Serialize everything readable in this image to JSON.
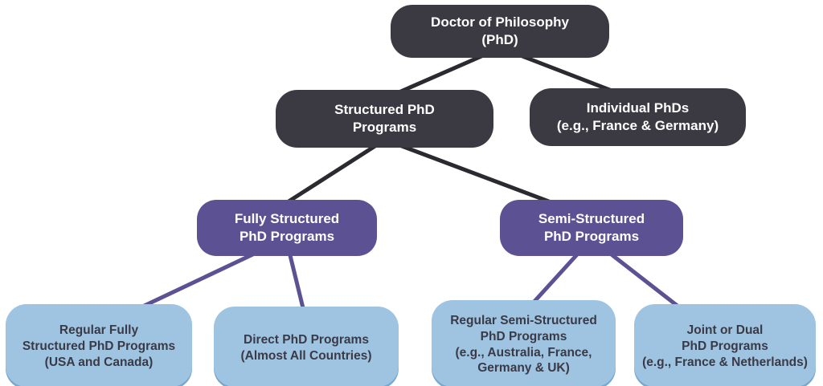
{
  "diagram": {
    "name": "phd-program-types-flowchart",
    "colors": {
      "node_dark": "#3b3a43",
      "node_purple": "#5c5293",
      "node_blue": "#9fc4e1",
      "text_light": "#ffffff",
      "text_dark": "#3a3a46",
      "connector_dark": "#2b2a31",
      "connector_purple": "#5c5293",
      "background": "#ffffff"
    },
    "nodes": {
      "root": {
        "text": "Doctor of Philosophy\n(PhD)"
      },
      "structured": {
        "text": "Structured PhD\nPrograms"
      },
      "individual": {
        "text": "Individual PhDs\n(e.g., France & Germany)"
      },
      "fully_structured": {
        "text": "Fully Structured\nPhD Programs"
      },
      "semi_structured": {
        "text": "Semi-Structured\nPhD Programs"
      },
      "regular_fully": {
        "text": "Regular Fully\nStructured PhD Programs\n(USA and Canada)"
      },
      "direct": {
        "text": "Direct PhD Programs\n(Almost All Countries)"
      },
      "regular_semi": {
        "text": "Regular Semi-Structured\nPhD Programs\n(e.g., Australia, France,\nGermany & UK)"
      },
      "joint_dual": {
        "text": "Joint or Dual\nPhD Programs\n(e.g., France & Netherlands)"
      }
    }
  }
}
